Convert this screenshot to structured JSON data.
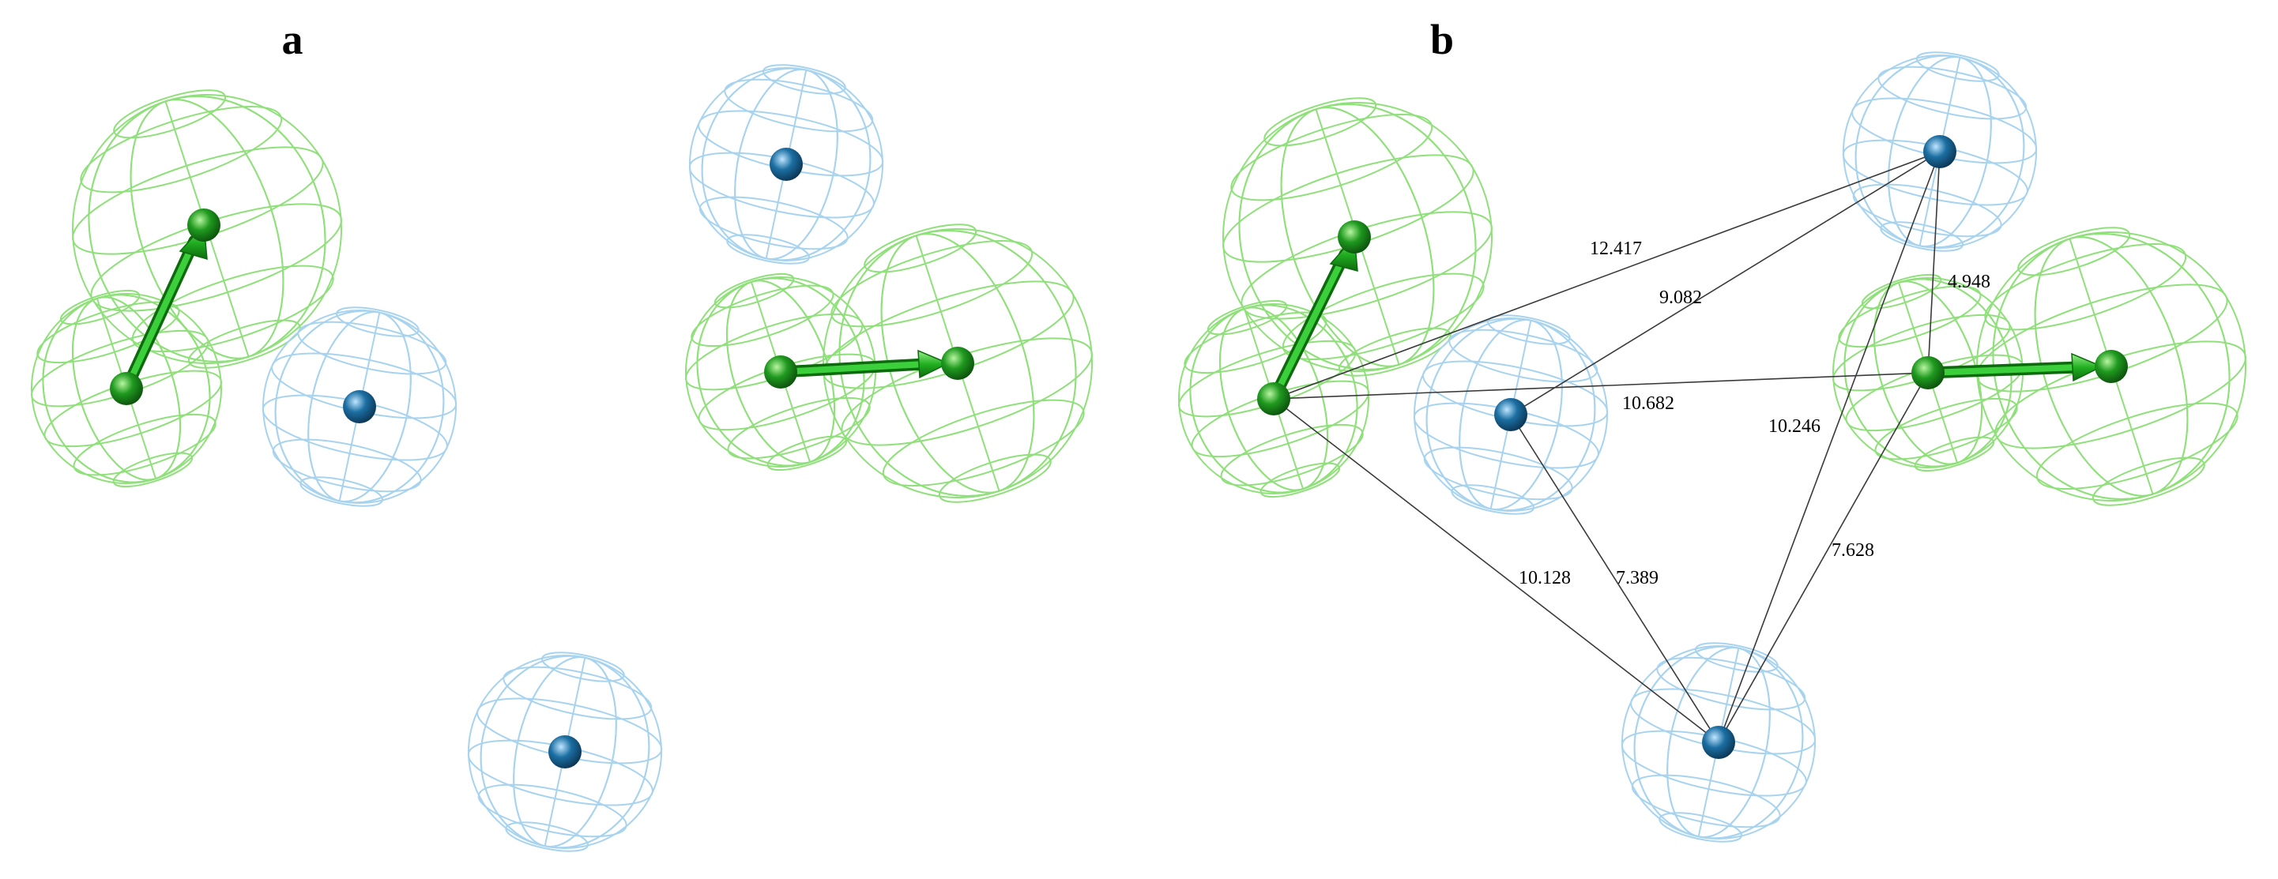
{
  "figure": {
    "panels": [
      {
        "id": "a",
        "label": "a"
      },
      {
        "id": "b",
        "label": "b"
      }
    ],
    "colors": {
      "hydrophobic_mesh": "#8fe07a",
      "hydrophobic_core": "#1f9a1f",
      "aromatic_vector": "#22b022",
      "acceptor_mesh": "#a7d3ef",
      "acceptor_core": "#1c6fa3",
      "distance_line": "#3a3a3a"
    },
    "feature_types": [
      "green-mesh-sphere-with-arrow",
      "blue-mesh-sphere"
    ],
    "distances": [
      {
        "id": "d1",
        "label": "12.417"
      },
      {
        "id": "d2",
        "label": "9.082"
      },
      {
        "id": "d3",
        "label": "4.948"
      },
      {
        "id": "d4",
        "label": "10.682"
      },
      {
        "id": "d5",
        "label": "10.246"
      },
      {
        "id": "d6",
        "label": "10.128"
      },
      {
        "id": "d7",
        "label": "7.389"
      },
      {
        "id": "d8",
        "label": "7.628"
      }
    ]
  }
}
